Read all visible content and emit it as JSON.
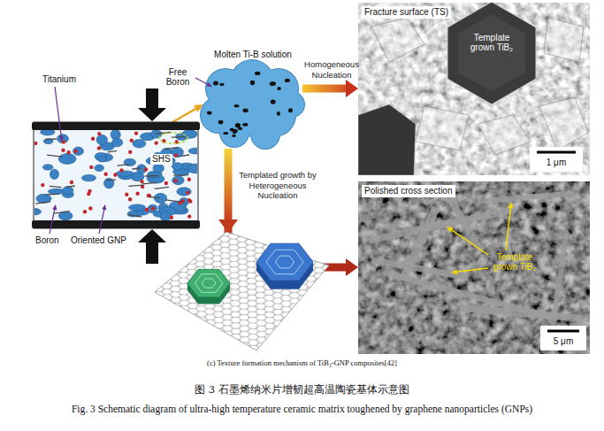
{
  "diagram": {
    "caption": "Fig. 3 Schematic diagram of ultra-high temperature ceramic matrix toughened by graphene nanoparticles (GNPs)",
    "nodes": [
      {
        "text": [
          "SHS"
        ]
      },
      {
        "text": [
          "Molten Ti-B solution"
        ]
      },
      {
        "text": [
          "Fracture surface (TS)",
          "Template grown TiB₂",
          "1 μm"
        ]
      },
      {
        "text": [
          "Polished cross section",
          "Template grown TiB₂",
          "5 μm"
        ]
      }
    ],
    "edges": [
      {
        "from": 0,
        "to": 1,
        "arrow": "to"
      },
      {
        "from": 1,
        "to": 2,
        "label": "Homogeneous Nucleation",
        "arrow": "to"
      },
      {
        "from": 1,
        "to": 3,
        "label": "Templated growth by Heterogeneous Nucleation",
        "arrow": "to"
      }
    ],
    "labels": [
      "Titanium",
      "Free Boron",
      "Boron",
      "Oriented GNP",
      "(c) Texture formation mechanism of TiB₂-GNP composites[42]",
      "图 3 石墨烯纳米片增韧超高温陶瓷基体示意图"
    ]
  }
}
